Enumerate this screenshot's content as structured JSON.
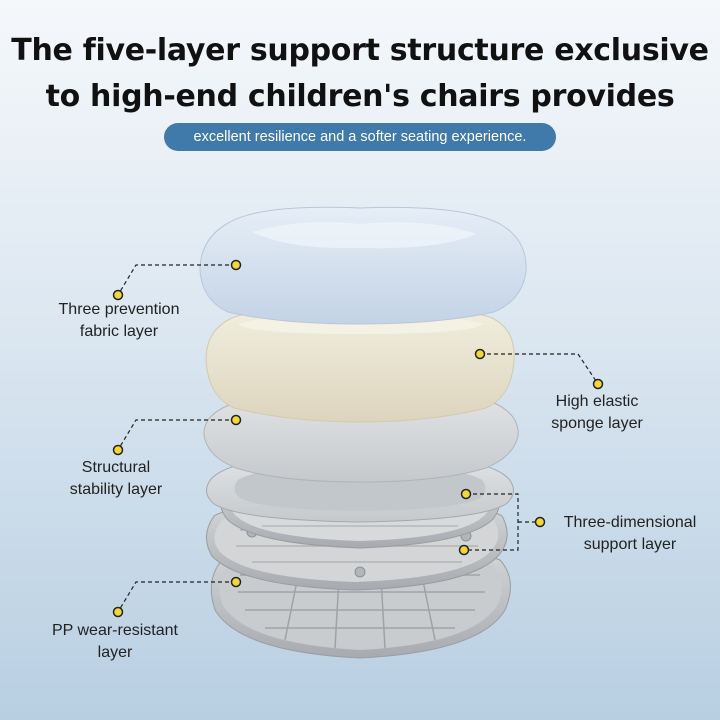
{
  "headline": {
    "line1": "The five-layer support structure exclusive",
    "line2": "to high-end children's chairs provides"
  },
  "subtitle": "excellent resilience and a softer seating experience.",
  "layers": {
    "fabric": {
      "line1": "Three prevention",
      "line2": "fabric layer"
    },
    "sponge": {
      "line1": "High elastic",
      "line2": "sponge layer"
    },
    "structural": {
      "line1": "Structural",
      "line2": "stability layer"
    },
    "three_d": {
      "line1": "Three-dimensional",
      "line2": "support layer"
    },
    "pp": {
      "line1": "PP wear-resistant",
      "line2": "layer"
    }
  },
  "colors": {
    "accent": "#3f7aab",
    "marker": "#f3d63a",
    "fabric": "#dbe6f2",
    "sponge": "#ece7d4",
    "plate": "#d8dbdd"
  },
  "icons": [
    "marker-dot-icon"
  ]
}
